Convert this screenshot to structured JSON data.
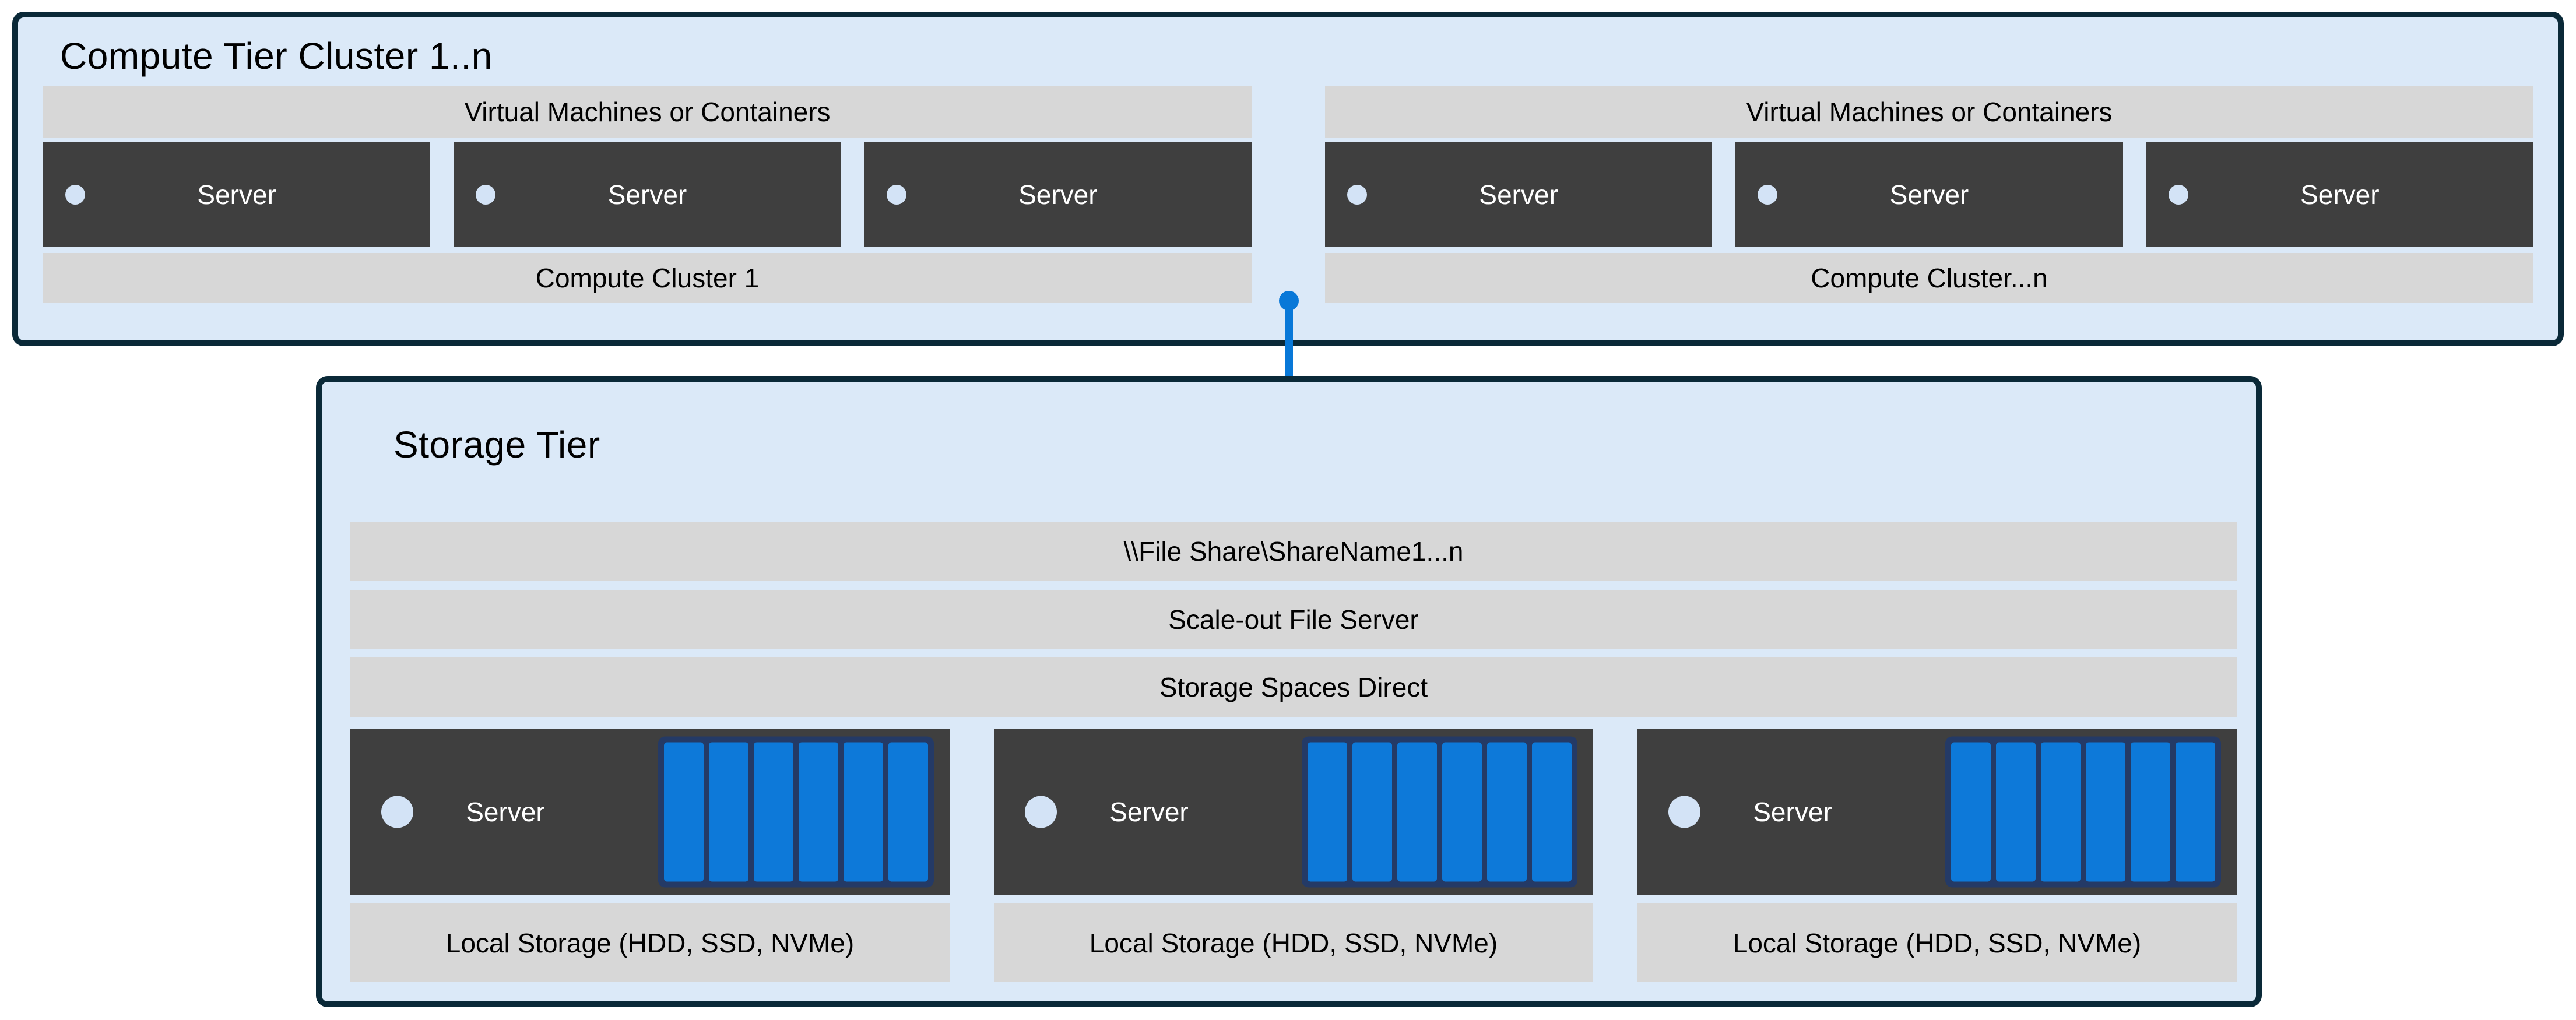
{
  "colors": {
    "panel_bg": "#dbe9f8",
    "panel_border": "#0a2938",
    "bar_bg": "#d7d7d7",
    "server_bg": "#3f3f3f",
    "accent_blue": "#0878d8",
    "disk_blue": "#0d79d9",
    "disk_navy": "#243a66",
    "dot_light": "#d3e3f6",
    "text_dark": "#000000",
    "text_light": "#ffffff"
  },
  "compute_tier": {
    "title": "Compute Tier Cluster 1..n",
    "clusters": [
      {
        "header": "Virtual Machines or Containers",
        "servers": [
          "Server",
          "Server",
          "Server"
        ],
        "footer": "Compute Cluster 1"
      },
      {
        "header": "Virtual Machines or Containers",
        "servers": [
          "Server",
          "Server",
          "Server"
        ],
        "footer": "Compute Cluster...n"
      }
    ]
  },
  "connector": {
    "icon": "folder-icon"
  },
  "storage_tier": {
    "title": "Storage Tier",
    "layers": [
      "\\\\File Share\\ShareName1...n",
      "Scale-out File Server",
      "Storage Spaces Direct"
    ],
    "servers": [
      {
        "label": "Server",
        "disk_count": 6,
        "storage_label": "Local Storage (HDD, SSD, NVMe)"
      },
      {
        "label": "Server",
        "disk_count": 6,
        "storage_label": "Local Storage (HDD, SSD, NVMe)"
      },
      {
        "label": "Server",
        "disk_count": 6,
        "storage_label": "Local Storage (HDD, SSD, NVMe)"
      }
    ]
  }
}
